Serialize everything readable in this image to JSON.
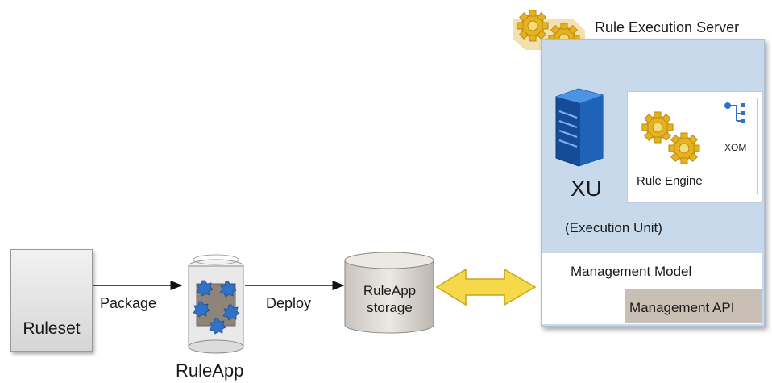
{
  "labels": {
    "ruleset": "Ruleset",
    "package": "Package",
    "ruleapp": "RuleApp",
    "deploy": "Deploy",
    "storage_line1": "RuleApp",
    "storage_line2": "storage",
    "server_title": "Rule Execution Server",
    "xu": "XU",
    "xu_sub": "(Execution Unit)",
    "rule_engine": "Rule Engine",
    "xom": "XOM",
    "management_model": "Management Model",
    "management_api": "Management API"
  },
  "colors": {
    "star_blue": "#2f72c8",
    "gear_gold": "#e6b21e",
    "server_panel": "#c9d9ec",
    "management_api_fill": "#c9bfb4",
    "arrow_yellow": "#f5d94a"
  },
  "icons": {
    "ruleset": "blue-star-cluster-icon",
    "ruleapp": "jar-icon",
    "storage": "database-cylinder-icon",
    "server": "gears-icon",
    "xu": "server-tower-icon",
    "engine": "gears-icon",
    "xom": "hierarchy-icon"
  }
}
